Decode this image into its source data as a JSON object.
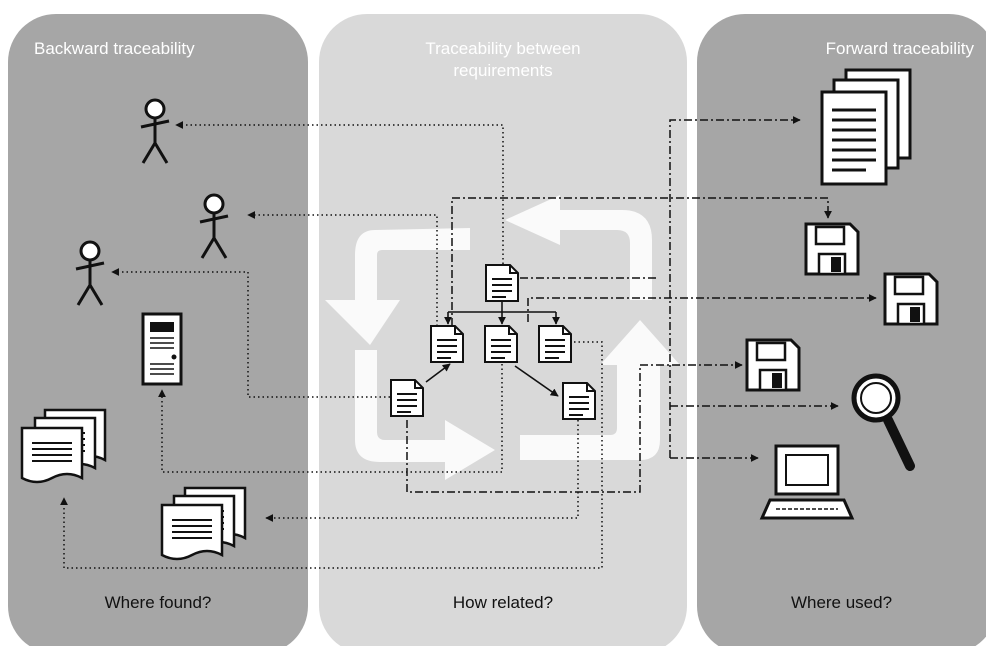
{
  "panels": {
    "backward": {
      "title": "Backward traceability",
      "question": "Where found?"
    },
    "between": {
      "title_line1": "Traceability between",
      "title_line2": "requirements",
      "question": "How related?"
    },
    "forward": {
      "title": "Forward traceability",
      "question": "Where used?"
    }
  },
  "colors": {
    "backward_panel": "#a6a6a6",
    "between_panel": "#d9d9d9",
    "forward_panel": "#a6a6a6",
    "ink": "#111111"
  },
  "icons": {
    "backward": [
      "stakeholder-icon",
      "stakeholder-icon",
      "stakeholder-icon",
      "server-icon",
      "document-stack-icon",
      "document-stack-icon"
    ],
    "between": [
      "cycle-arrows-icon",
      "requirement-document-icon"
    ],
    "forward": [
      "document-pages-icon",
      "floppy-disk-icon",
      "floppy-disk-icon",
      "floppy-disk-icon",
      "magnifier-icon",
      "computer-icon"
    ]
  }
}
